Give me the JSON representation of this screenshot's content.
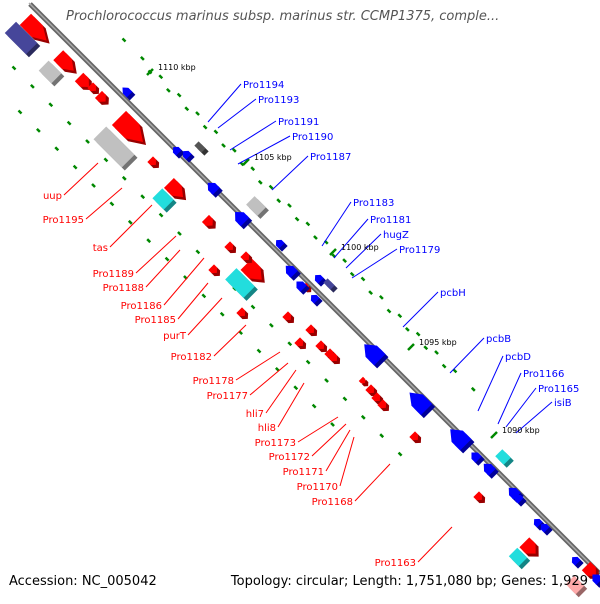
{
  "title": "Prochlorococcus marinus subsp. marinus str. CCMP1375, comple...",
  "footer": {
    "accession": "Accession: NC_005042",
    "topology": "Topology: circular; Length: 1,751,080 bp; Genes: 1,929"
  },
  "colors": {
    "backbone": "#888888",
    "forward": "#ff0000",
    "reverse": "#0000ff",
    "rna": "#c0c0c0",
    "pseudo": "#46469a",
    "other": "#22dddd",
    "tick": "#008800"
  },
  "tick_labels": [
    "1110 kbp",
    "1105 kbp",
    "1100 kbp",
    "1095 kbp",
    "1090 kbp"
  ],
  "forward_labels": [
    "uup",
    "Pro1195",
    "tas",
    "Pro1189",
    "Pro1188",
    "Pro1186",
    "Pro1185",
    "purT",
    "Pro1182",
    "Pro1178",
    "Pro1177",
    "hli7",
    "hli8",
    "Pro1173",
    "Pro1172",
    "Pro1171",
    "Pro1170",
    "Pro1168",
    "Pro1163"
  ],
  "reverse_labels": [
    "Pro1194",
    "Pro1193",
    "Pro1191",
    "Pro1190",
    "Pro1187",
    "Pro1183",
    "Pro1181",
    "hugZ",
    "Pro1179",
    "pcbH",
    "pcbB",
    "pcbD",
    "Pro1166",
    "Pro1165",
    "isiB"
  ]
}
